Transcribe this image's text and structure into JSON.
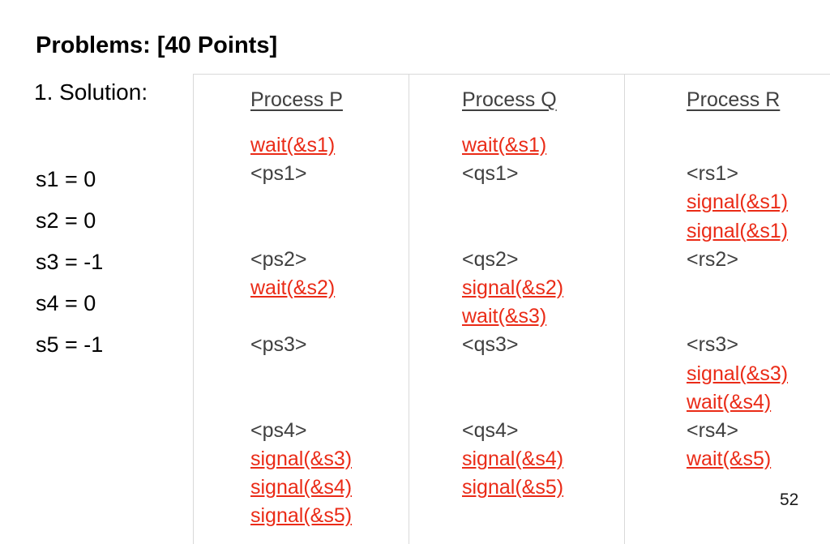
{
  "slide": {
    "title": "Problems: [40 Points]",
    "solution_label": "1. Solution:",
    "page_number": "52"
  },
  "colors": {
    "operation_red": "#EA2B17",
    "code_gray": "#404040",
    "table_border": "#d9d9d9"
  },
  "semaphores": [
    {
      "text": "s1 = 0"
    },
    {
      "text": "s2 = 0"
    },
    {
      "text": "s3 = -1"
    },
    {
      "text": "s4 = 0"
    },
    {
      "text": "s5 = -1"
    }
  ],
  "table": {
    "columns": [
      {
        "header": "Process P",
        "lines": [
          {
            "text": "wait(&s1)",
            "kind": "op"
          },
          {
            "text": "<ps1>",
            "kind": "section"
          },
          {
            "text": "",
            "kind": "blank"
          },
          {
            "text": "",
            "kind": "blank"
          },
          {
            "text": "<ps2>",
            "kind": "section"
          },
          {
            "text": "wait(&s2)",
            "kind": "op"
          },
          {
            "text": "",
            "kind": "blank"
          },
          {
            "text": "<ps3>",
            "kind": "section"
          },
          {
            "text": "",
            "kind": "blank"
          },
          {
            "text": "",
            "kind": "blank"
          },
          {
            "text": "<ps4>",
            "kind": "section"
          },
          {
            "text": "signal(&s3)",
            "kind": "op"
          },
          {
            "text": "signal(&s4)",
            "kind": "op"
          },
          {
            "text": "signal(&s5)",
            "kind": "op"
          }
        ]
      },
      {
        "header": "Process Q",
        "lines": [
          {
            "text": "wait(&s1)",
            "kind": "op"
          },
          {
            "text": "<qs1>",
            "kind": "section"
          },
          {
            "text": "",
            "kind": "blank"
          },
          {
            "text": "",
            "kind": "blank"
          },
          {
            "text": "<qs2>",
            "kind": "section"
          },
          {
            "text": "signal(&s2)",
            "kind": "op"
          },
          {
            "text": "wait(&s3)",
            "kind": "op"
          },
          {
            "text": "<qs3>",
            "kind": "section"
          },
          {
            "text": "",
            "kind": "blank"
          },
          {
            "text": "",
            "kind": "blank"
          },
          {
            "text": "<qs4>",
            "kind": "section"
          },
          {
            "text": "signal(&s4)",
            "kind": "op"
          },
          {
            "text": "signal(&s5)",
            "kind": "op"
          },
          {
            "text": "",
            "kind": "blank"
          }
        ]
      },
      {
        "header": "Process R",
        "lines": [
          {
            "text": "",
            "kind": "blank"
          },
          {
            "text": "<rs1>",
            "kind": "section"
          },
          {
            "text": "signal(&s1)",
            "kind": "op"
          },
          {
            "text": "signal(&s1)",
            "kind": "op"
          },
          {
            "text": "<rs2>",
            "kind": "section"
          },
          {
            "text": "",
            "kind": "blank"
          },
          {
            "text": "",
            "kind": "blank"
          },
          {
            "text": "<rs3>",
            "kind": "section"
          },
          {
            "text": "signal(&s3)",
            "kind": "op"
          },
          {
            "text": "wait(&s4)",
            "kind": "op"
          },
          {
            "text": "<rs4>",
            "kind": "section"
          },
          {
            "text": "wait(&s5)",
            "kind": "op"
          },
          {
            "text": "",
            "kind": "blank"
          },
          {
            "text": "",
            "kind": "blank"
          }
        ]
      }
    ]
  }
}
